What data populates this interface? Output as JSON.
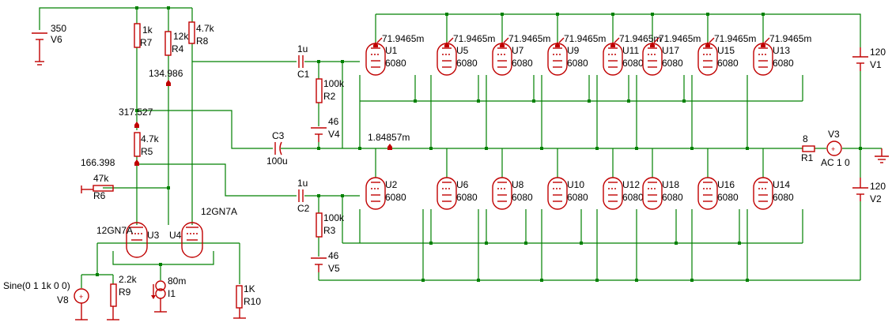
{
  "supply": {
    "v6": {
      "value": "350",
      "name": "V6"
    },
    "v1": {
      "value": "120",
      "name": "V1"
    },
    "v2": {
      "value": "120",
      "name": "V2"
    },
    "v4": {
      "value": "46",
      "name": "V4"
    },
    "v5": {
      "value": "46",
      "name": "V5"
    },
    "v3": {
      "name": "V3",
      "value": "AC 1 0"
    },
    "v8": {
      "value": "Sine(0 1 1k 0 0)",
      "name": "V8"
    },
    "i1": {
      "value": "80m",
      "name": "I1"
    }
  },
  "resistors": {
    "r7": {
      "value": "1k",
      "name": "R7"
    },
    "r4": {
      "value": "12k",
      "name": "R4"
    },
    "r8": {
      "value": "4.7k",
      "name": "R8"
    },
    "r5": {
      "value": "4.7k",
      "name": "R5"
    },
    "r6": {
      "value": "47k",
      "name": "R6"
    },
    "r2": {
      "value": "100k",
      "name": "R2"
    },
    "r3": {
      "value": "100k",
      "name": "R3"
    },
    "r9": {
      "value": "2.2k",
      "name": "R9"
    },
    "r10": {
      "value": "1K",
      "name": "R10"
    },
    "r1": {
      "value": "8",
      "name": "R1"
    }
  },
  "capacitors": {
    "c1": {
      "value": "1u",
      "name": "C1"
    },
    "c2": {
      "value": "1u",
      "name": "C2"
    },
    "c3": {
      "value": "100u",
      "name": "C3"
    }
  },
  "probes": {
    "p1": "134.986",
    "p2": "317.527",
    "p3": "166.398",
    "p4": "1.84857m",
    "grid": "71.9465m"
  },
  "drivers": {
    "u3": {
      "name": "U3",
      "type": "12GN7A"
    },
    "u4": {
      "name": "U4",
      "type": "12GN7A"
    }
  },
  "tube_type": "6080",
  "tubes_top": [
    "U1",
    "U5",
    "U7",
    "U9",
    "U11",
    "U17",
    "U15",
    "U13"
  ],
  "tubes_bottom": [
    "U2",
    "U6",
    "U8",
    "U10",
    "U12",
    "U18",
    "U16",
    "U14"
  ]
}
